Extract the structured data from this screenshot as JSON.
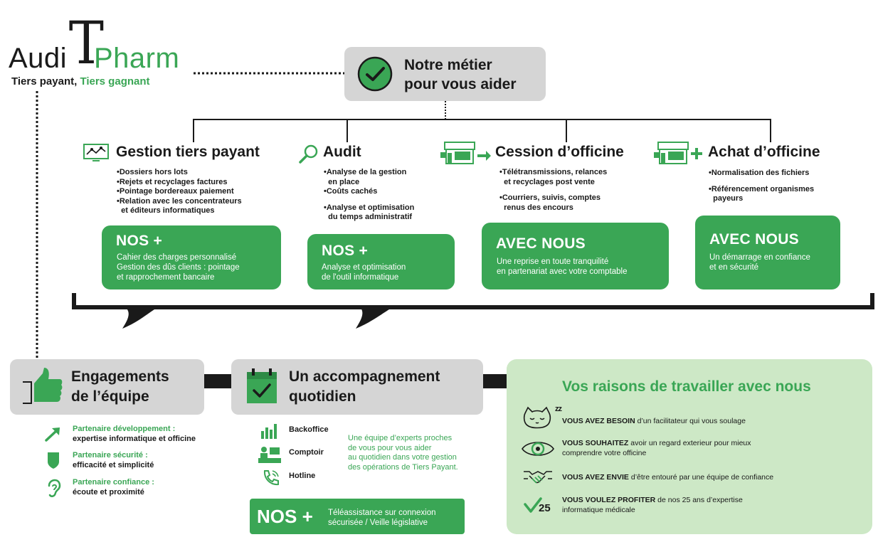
{
  "logo": {
    "part1": "Audi",
    "part2": "T",
    "part3": "Pharm",
    "tagline_black": "Tiers payant,",
    "tagline_green": "Tiers gagnant"
  },
  "header": {
    "line1": "Notre métier",
    "line2": "pour vous aider"
  },
  "services": [
    {
      "title": "Gestion tiers payant",
      "icon": "monitor-chart-icon",
      "bullets": [
        "•Dossiers hors lots",
        "•Rejets et recyclages factures",
        "•Pointage bordereaux paiement",
        "•Relation avec les concentrateurs",
        "  et éditeurs informatiques"
      ],
      "box_title": "NOS +",
      "box_lines": [
        "Cahier des charges personnalisé",
        "Gestion des dûs clients : pointage",
        "et rapprochement bancaire"
      ]
    },
    {
      "title": "Audit",
      "icon": "magnifier-icon",
      "bullets": [
        "•Analyse de la gestion",
        "  en place",
        "•Coûts cachés",
        "•Analyse et optimisation",
        "  du temps administratif"
      ],
      "box_title": "NOS +",
      "box_lines": [
        "Analyse et optimisation",
        "de l'outil informatique"
      ]
    },
    {
      "title": "Cession d’officine",
      "icon": "pharmacy-arrow-icon",
      "bullets": [
        "•Télétransmissions, relances",
        "  et recyclages post vente",
        "•Courriers, suivis, comptes",
        "  renus des encours"
      ],
      "box_title": "AVEC NOUS",
      "box_lines": [
        "Une reprise en toute tranquilité",
        "en partenariat avec votre comptable"
      ]
    },
    {
      "title": "Achat d’officine",
      "icon": "pharmacy-plus-icon",
      "bullets": [
        "•Normalisation des fichiers",
        "•Référencement organismes",
        "  payeurs"
      ],
      "box_title": "AVEC NOUS",
      "box_lines": [
        "Un démarrage en confiance",
        "et en sécurité"
      ]
    }
  ],
  "engagements": {
    "title1": "Engagements",
    "title2": "de l’équipe",
    "items": [
      {
        "label": "Partenaire développement :",
        "value": "expertise informatique et officine",
        "icon": "trend-arrow-icon"
      },
      {
        "label": "Partenaire sécurité :",
        "value": "efficacité et simplicité",
        "icon": "shield-icon"
      },
      {
        "label": "Partenaire confiance :",
        "value": "écoute et proximité",
        "icon": "ear-icon"
      }
    ]
  },
  "accompagnement": {
    "title1": "Un accompagnement",
    "title2": "quotidien",
    "items": [
      {
        "label": "Backoffice",
        "icon": "bar-chart-icon"
      },
      {
        "label": "Comptoir",
        "icon": "counter-icon"
      },
      {
        "label": "Hotline",
        "icon": "phone-icon"
      }
    ],
    "description": [
      "Une équipe d’experts proches",
      "de vous pour vous aider",
      "au quotidien dans votre gestion",
      "des opérations de Tiers Payant."
    ],
    "box_title": "NOS +",
    "box_lines": [
      "Téléassistance sur connexion",
      "sécurisée / Veille législative"
    ]
  },
  "raisons": {
    "title": "Vos raisons de travailler avec nous",
    "items": [
      {
        "bold": "VOUS AVEZ BESOIN",
        "plain": " d’un facilitateur qui vous soulage",
        "line2": "",
        "icon": "sleeping-cat-icon"
      },
      {
        "bold": "VOUS SOUHAITEZ",
        "plain": " avoir un regard exterieur pour mieux",
        "line2": "comprendre votre officine",
        "icon": "eye-icon"
      },
      {
        "bold": "VOUS AVEZ ENVIE",
        "plain": " d’être entouré par une équipe de confiance",
        "line2": "",
        "icon": "handshake-icon"
      },
      {
        "bold": "VOUS VOULEZ PROFITER",
        "plain": " de nos 25 ans d’expertise",
        "line2": "informatique médicale",
        "icon": "check-25-icon"
      }
    ],
    "badge": "25",
    "zz": "zz"
  },
  "colors": {
    "brand_green": "#3aa655",
    "light_green": "#cde8c6",
    "grey_box": "#d5d5d5",
    "dark": "#1a1a1a"
  }
}
